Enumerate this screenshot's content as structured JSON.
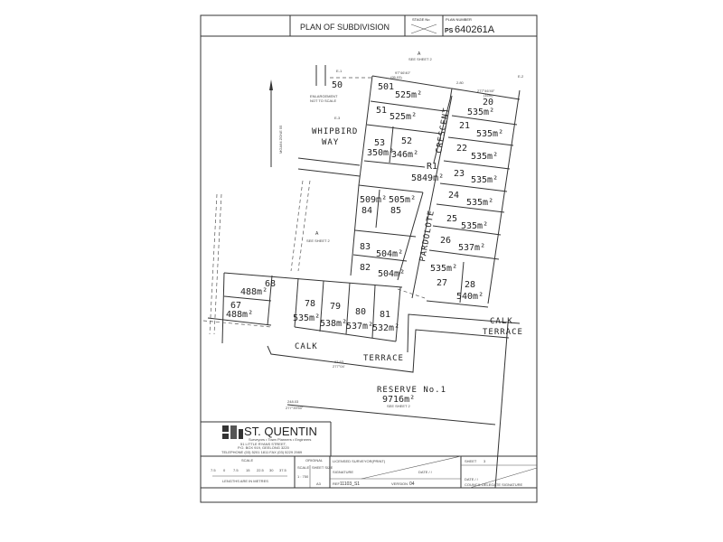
{
  "header": {
    "title": "PLAN OF SUBDIVISION",
    "stage_label": "STAGE No",
    "plan_number_label": "PLAN NUMBER",
    "plan_prefix": "PS",
    "plan_number": "640261A"
  },
  "north": {
    "label": "MGA94 ZONE 55"
  },
  "plan": {
    "easement_a_top": "A",
    "see_sheet_top": "SEE SHEET 2",
    "enlargement": [
      "ENLARGEMENT",
      "NOT TO SCALE"
    ],
    "easement_a_mid": "A",
    "see_sheet_mid": "SEE SHEET 2",
    "roads": {
      "whipbird": [
        "WHIPBIRD",
        "WAY"
      ],
      "crescent": "CRESCENT",
      "pardolote": "PARDOLOTE",
      "calk_left": "CALK",
      "terrace_left": "TERRACE",
      "calk_right": "CALK",
      "terrace_right": "TERRACE"
    },
    "reserve": {
      "name": "RESERVE No.1",
      "area": "9716m²",
      "note": "SEE SHEET 2"
    },
    "lots": {
      "l50": {
        "n": "50"
      },
      "l501": {
        "n": "501",
        "a": "525m²"
      },
      "l51": {
        "n": "51",
        "a": "525m²"
      },
      "l53": {
        "n": "53",
        "a": "350m²"
      },
      "l52": {
        "n": "52",
        "a": "346m²"
      },
      "r1": {
        "n": "R1",
        "a": "5849m²"
      },
      "l20": {
        "n": "20",
        "a": "535m²"
      },
      "l21": {
        "n": "21",
        "a": "535m²"
      },
      "l22": {
        "n": "22",
        "a": "535m²"
      },
      "l23": {
        "n": "23",
        "a": "535m²"
      },
      "l24": {
        "n": "24",
        "a": "535m²"
      },
      "l25": {
        "n": "25",
        "a": "535m²"
      },
      "l26": {
        "n": "26",
        "a": "537m²"
      },
      "l27": {
        "n": "27",
        "a": "535m²"
      },
      "l28": {
        "n": "28",
        "a": "540m²"
      },
      "l84": {
        "n": "84",
        "a": "509m²"
      },
      "l85": {
        "n": "85",
        "a": "505m²"
      },
      "l83": {
        "n": "83",
        "a": "504m²"
      },
      "l82": {
        "n": "82",
        "a": "504m²"
      },
      "l68": {
        "n": "68",
        "a": "488m²"
      },
      "l67": {
        "n": "67",
        "a": "488m²"
      },
      "l78": {
        "n": "78",
        "a": "535m²"
      },
      "l79": {
        "n": "79",
        "a": "538m²"
      },
      "l80": {
        "n": "80",
        "a": "537m²"
      },
      "l81": {
        "n": "81",
        "a": "532m²"
      }
    },
    "dims": {
      "bearing": "97°46'40\"",
      "bearing_rev": "277°46'40\"",
      "width_16": "(16m)",
      "d_95": "(95.03)",
      "d_2480": "248.03",
      "bearing_bottom": "277°39'50\"",
      "d_9363": "93.63",
      "bearing_calk": "277°04'",
      "d_280": "2.80",
      "e1": "E-1",
      "e2": "E-2",
      "e3": "E-3"
    }
  },
  "titleblock": {
    "company": "ST. QUENTIN",
    "tagline": "Surveyors • Town Planners • Engineers",
    "address": [
      "51 LITTLE RYANS STREET,",
      "P.O. BOX 919, GEELONG 3220",
      "TELEPHONE (03) 5201 1811   FAX (03) 5229 2989"
    ],
    "scale_label": "SCALE",
    "scale_ticks": [
      "7.5",
      "0",
      "7.5",
      "15",
      "22.5",
      "30",
      "37.5"
    ],
    "scale_units": "LENGTHS ARE IN METRES",
    "original_label": "ORIGINAL",
    "scale_col": "SCALE",
    "scale_value": "1 : 750",
    "sheet_size_label": "SHEET SIZE",
    "sheet_size": "A3",
    "surveyor_label": "LICENSED SURVEYOR(PRINT)",
    "signature_label": "SIGNATURE",
    "date_label": "DATE   /   /",
    "ref_label": "REF",
    "ref": "11103_S1",
    "version_label": "VERSION",
    "version": "04",
    "sheet_label": "SHEET",
    "sheet": "3",
    "date2_label": "DATE   /   /",
    "council_label": "COUNCIL DELEGATE SIGNATURE"
  }
}
